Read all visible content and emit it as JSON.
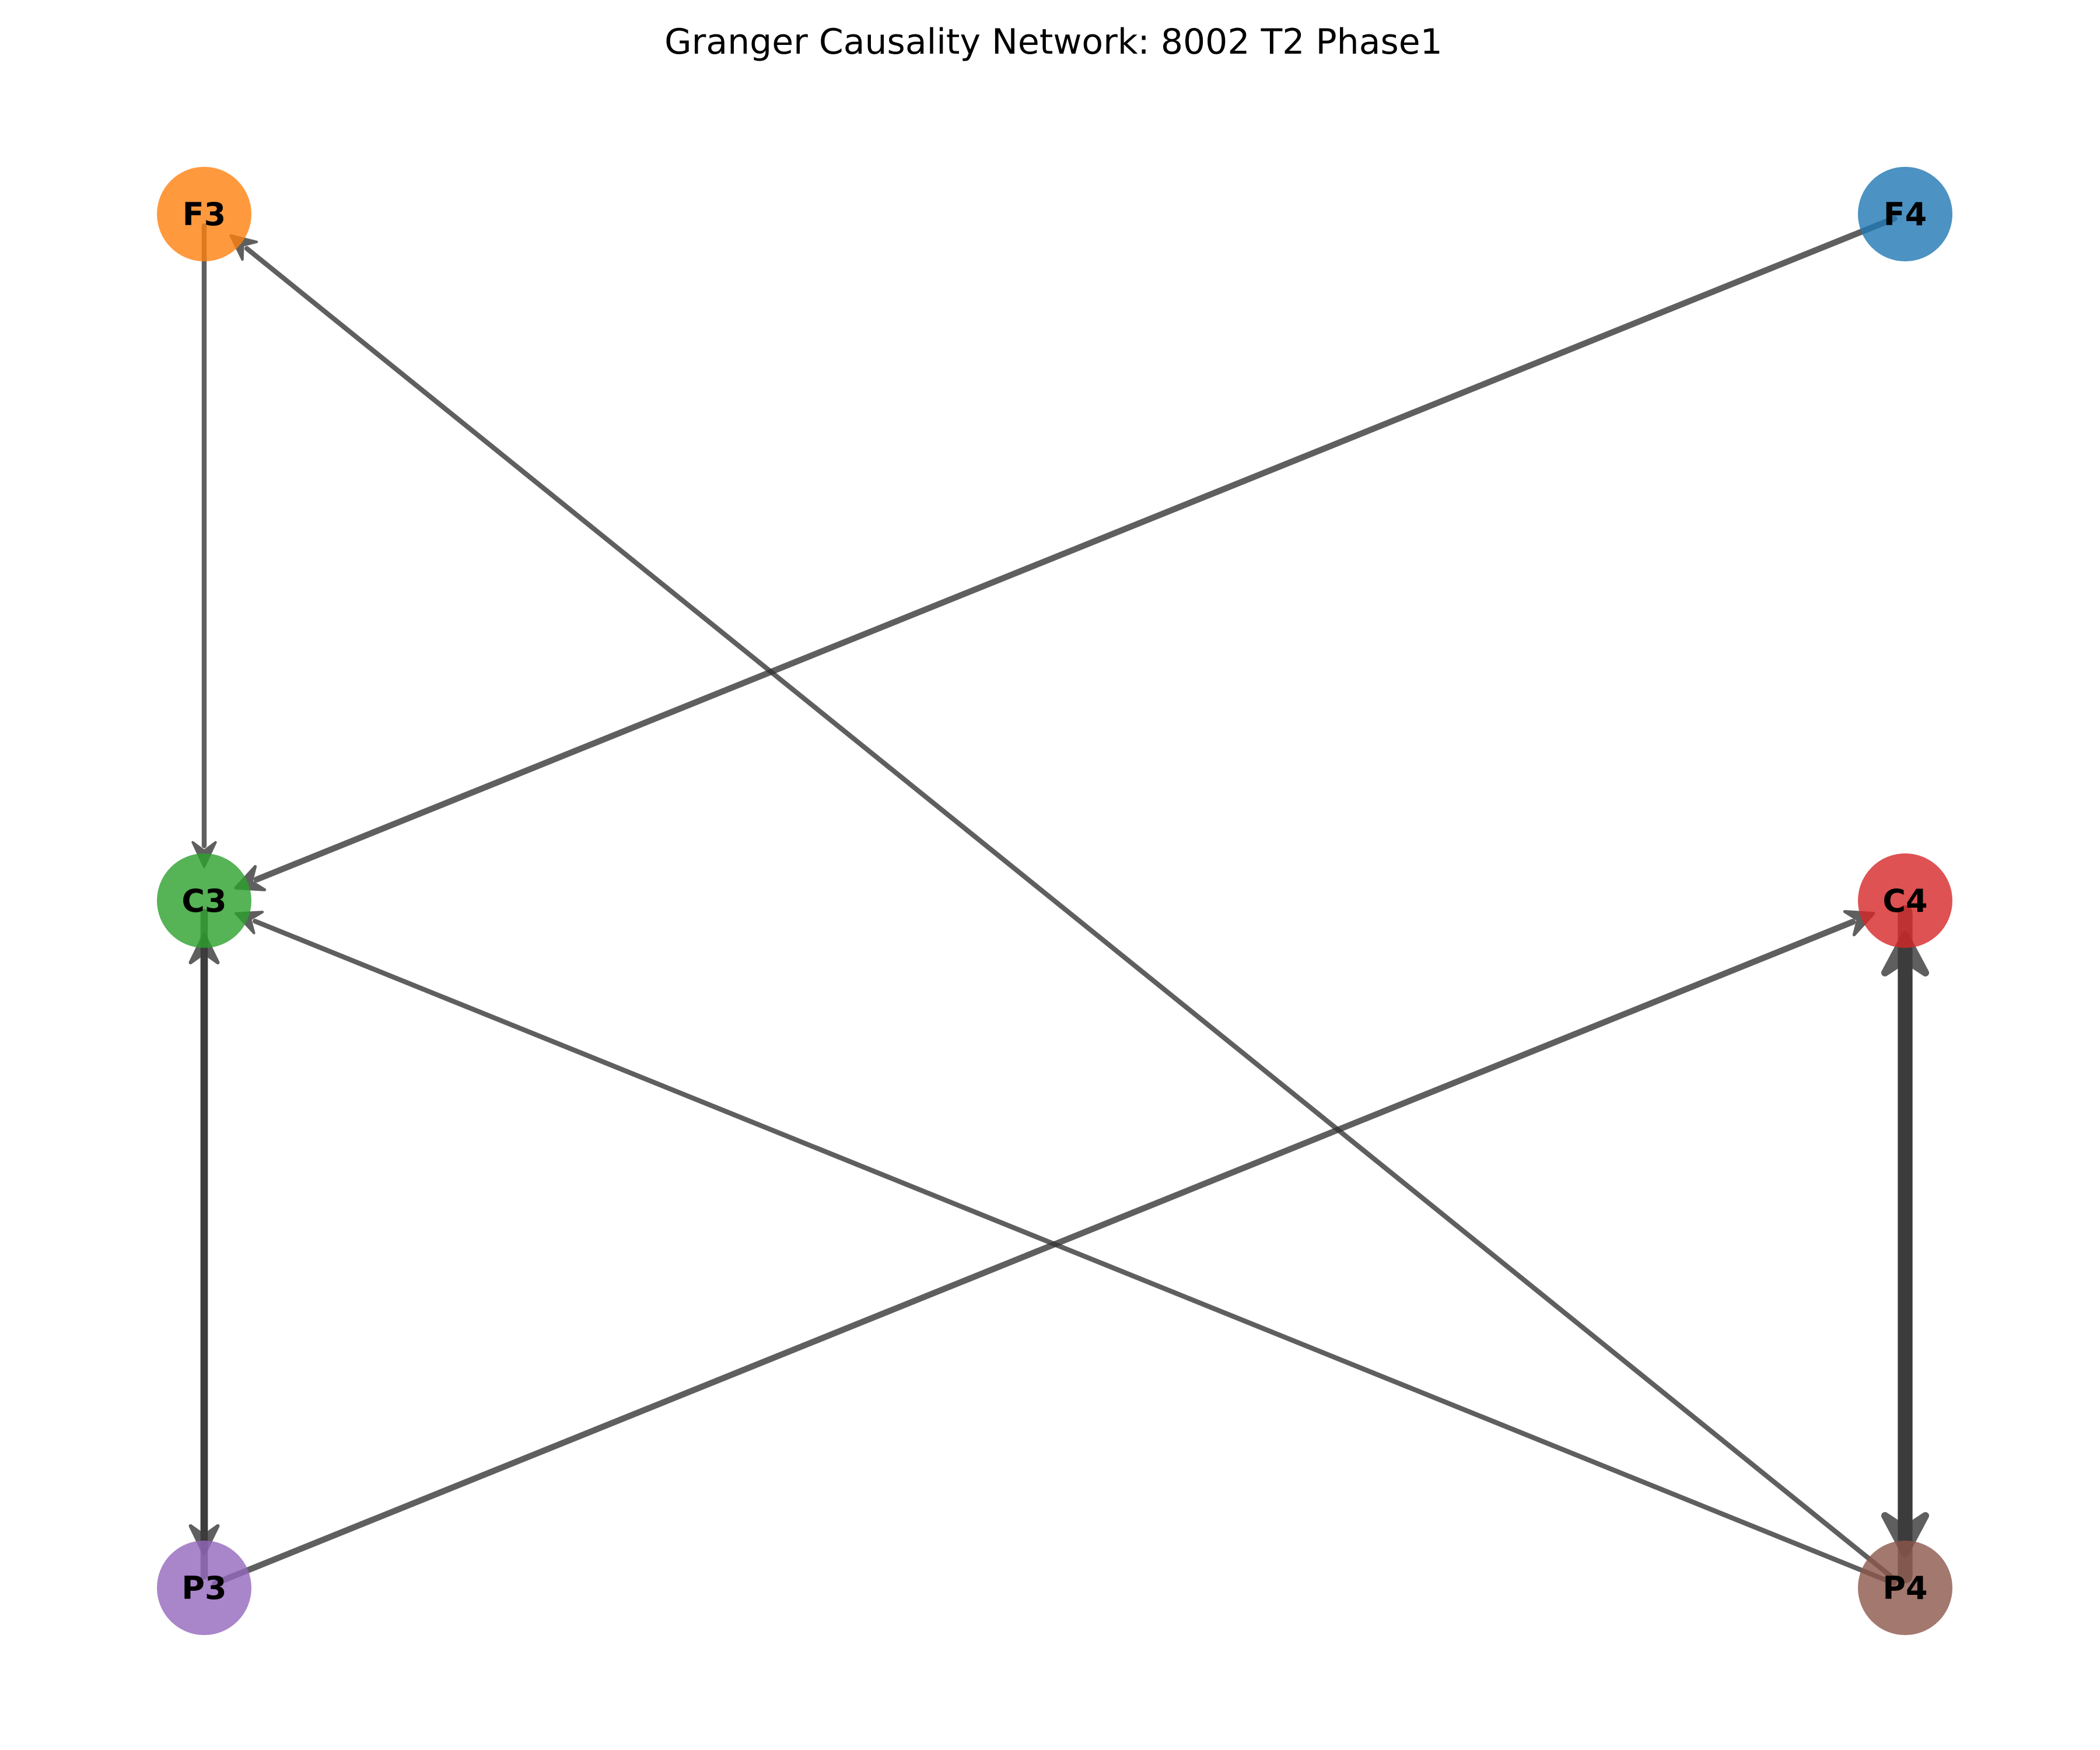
{
  "title": "Granger Causality Network: 8002 T2 Phase1",
  "edge_color": "#333333",
  "nodes": [
    {
      "id": "F3",
      "label": "F3",
      "color": "#ff7f0e",
      "col": 0,
      "row": 0
    },
    {
      "id": "F4",
      "label": "F4",
      "color": "#1f77b4",
      "col": 1,
      "row": 0
    },
    {
      "id": "C3",
      "label": "C3",
      "color": "#2ca02c",
      "col": 0,
      "row": 1
    },
    {
      "id": "C4",
      "label": "C4",
      "color": "#d62728",
      "col": 1,
      "row": 1
    },
    {
      "id": "P3",
      "label": "P3",
      "color": "#9467bd",
      "col": 0,
      "row": 2
    },
    {
      "id": "P4",
      "label": "P4",
      "color": "#8c564b",
      "col": 1,
      "row": 2
    }
  ],
  "edges": [
    {
      "source": "F3",
      "target": "C3",
      "weight": 2
    },
    {
      "source": "F4",
      "target": "C3",
      "weight": 2.5
    },
    {
      "source": "P4",
      "target": "F3",
      "weight": 2
    },
    {
      "source": "P4",
      "target": "C3",
      "weight": 2
    },
    {
      "source": "P3",
      "target": "C4",
      "weight": 2.5
    },
    {
      "source": "C3",
      "target": "P3",
      "weight": 3
    },
    {
      "source": "P3",
      "target": "C3",
      "weight": 3
    },
    {
      "source": "C4",
      "target": "P4",
      "weight": 6
    },
    {
      "source": "P4",
      "target": "C4",
      "weight": 6
    }
  ]
}
